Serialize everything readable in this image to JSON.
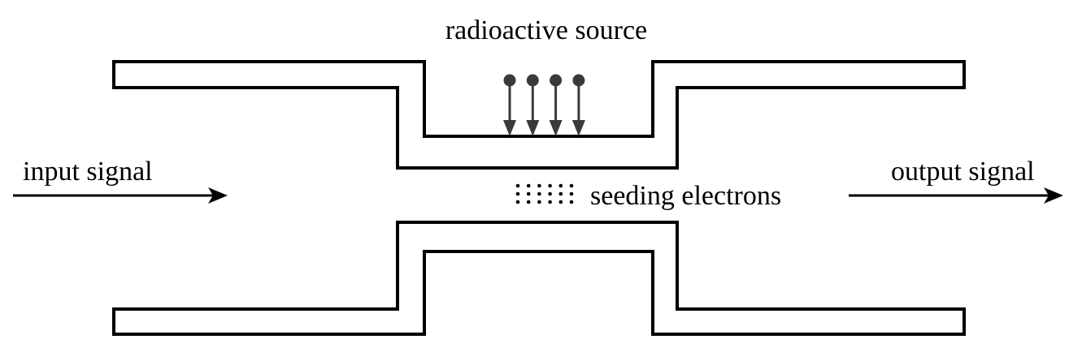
{
  "labels": {
    "source": "radioactive source",
    "input": "input signal",
    "output": "output signal",
    "seeding": "seeding electrons"
  },
  "rays": {
    "count": 4
  },
  "electrons": {
    "columns": 6,
    "rows": 3
  },
  "colors": {
    "lines": "#000000",
    "source_rays": "#3a3a3a",
    "background": "#ffffff"
  }
}
